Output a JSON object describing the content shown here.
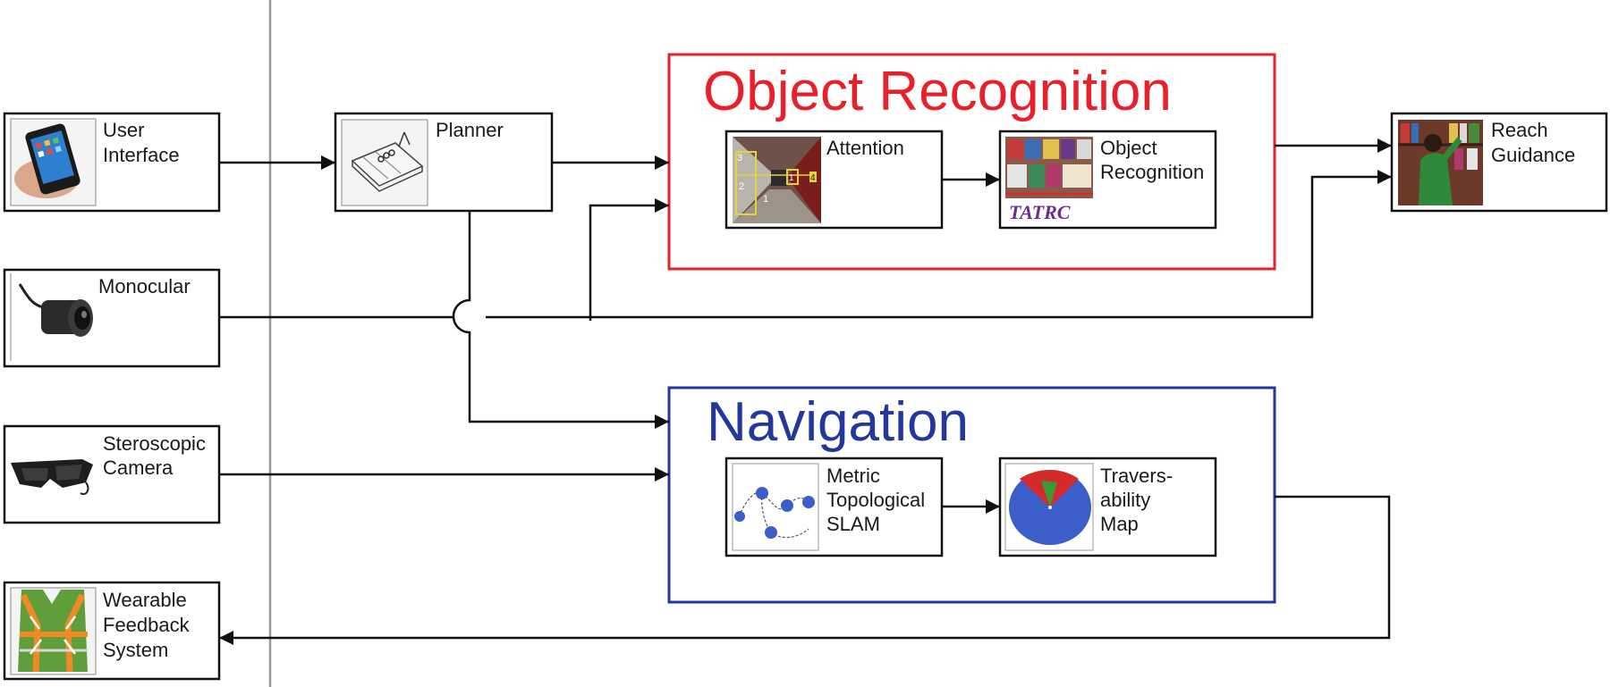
{
  "colors": {
    "object_recognition": "#e8202a",
    "navigation": "#23389a",
    "line": "#111111",
    "divider": "#999999"
  },
  "inputs": {
    "user_interface": {
      "lines": [
        "User",
        "Interface"
      ],
      "icon": "smartphone-icon"
    },
    "monocular": {
      "lines": [
        "Monocular"
      ],
      "icon": "camera-icon"
    },
    "stereoscopic_camera": {
      "lines": [
        "Steroscopic",
        "Camera"
      ],
      "icon": "video-glasses-icon"
    },
    "wearable_feedback": {
      "lines": [
        "Wearable",
        "Feedback",
        "System"
      ],
      "icon": "vest-icon"
    }
  },
  "planner": {
    "lines": [
      "Planner"
    ],
    "icon": "calendar-planner-icon"
  },
  "object_recognition_group": {
    "title": "Object Recognition",
    "attention": {
      "lines": [
        "Attention"
      ],
      "thumbnail_labels": [
        "3",
        "2",
        "1",
        "1",
        "4"
      ]
    },
    "object_recognition": {
      "lines": [
        "Object",
        "Recognition"
      ],
      "thumbnail_caption": "TATRC"
    }
  },
  "navigation_group": {
    "title": "Navigation",
    "slam": {
      "lines": [
        "Metric",
        "Topological",
        "SLAM"
      ]
    },
    "traversability": {
      "lines": [
        "Travers-",
        "ability",
        "Map"
      ]
    }
  },
  "reach_guidance": {
    "lines": [
      "Reach",
      "Guidance"
    ],
    "icon": "bookshelf-photo-icon"
  }
}
